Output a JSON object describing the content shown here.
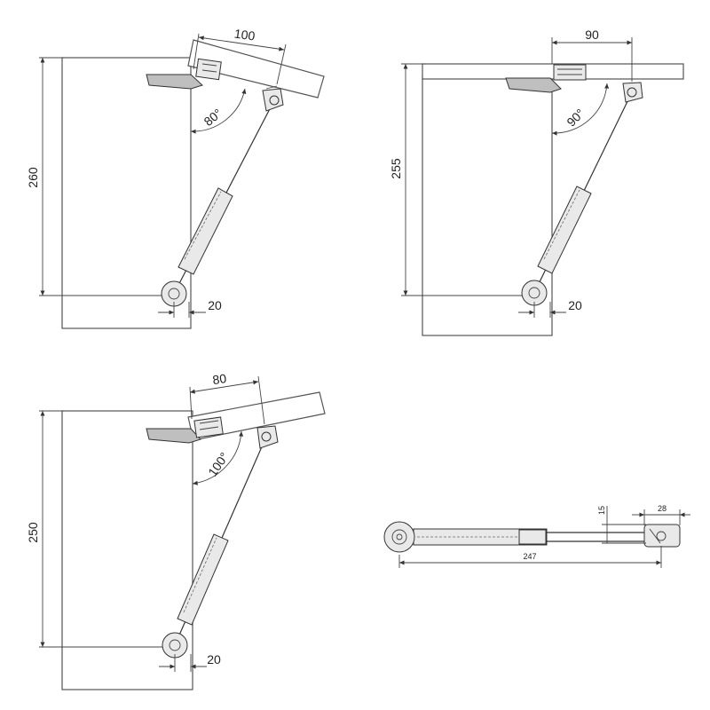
{
  "views": {
    "open_80": {
      "height": "260",
      "offset": "20",
      "angle": "80°",
      "reach": "100"
    },
    "open_90": {
      "height": "255",
      "offset": "20",
      "angle": "90°",
      "reach": "90"
    },
    "open_100": {
      "height": "250",
      "offset": "20",
      "angle": "100°",
      "reach": "80"
    },
    "strut_detail": {
      "length": "247",
      "eye_height": "15",
      "bracket_width": "28"
    }
  }
}
